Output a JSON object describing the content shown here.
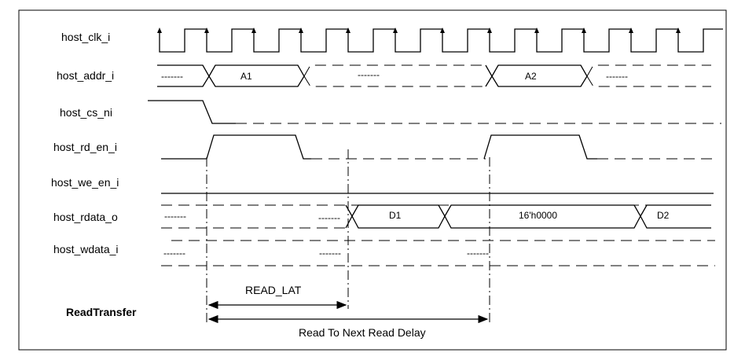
{
  "signals": [
    {
      "name": "host_clk_i"
    },
    {
      "name": "host_addr_i"
    },
    {
      "name": "host_cs_ni"
    },
    {
      "name": "host_rd_en_i"
    },
    {
      "name": "host_we_en_i"
    },
    {
      "name": "host_rdata_o"
    },
    {
      "name": "host_wdata_i"
    }
  ],
  "addr_values": {
    "a1": "A1",
    "a2": "A2",
    "idle": "-------"
  },
  "rdata_values": {
    "d1": "D1",
    "zero": "16'h0000",
    "d2": "D2",
    "idle": "-------"
  },
  "wdata_values": {
    "idle": "-------"
  },
  "section_label": "ReadTransfer",
  "annotations": {
    "read_lat": "READ_LAT",
    "next_read": "Read To Next Read Delay"
  }
}
